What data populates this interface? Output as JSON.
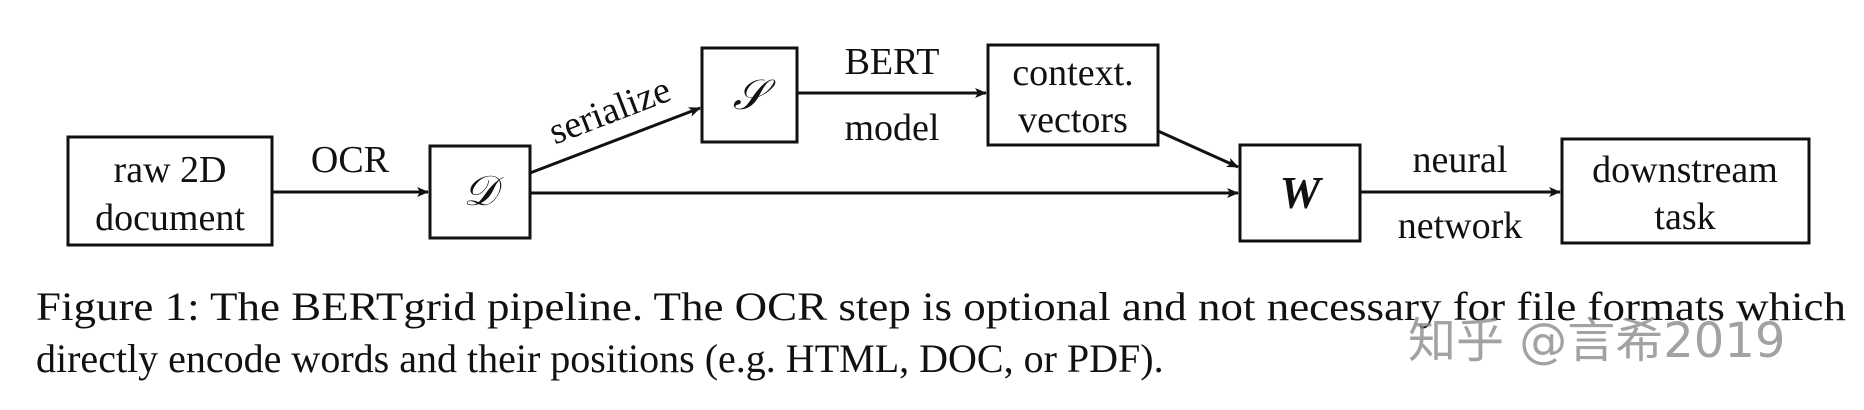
{
  "nodes": {
    "raw": {
      "line1": "raw 2D",
      "line2": "document"
    },
    "d": {
      "symbol": "𝒟"
    },
    "s": {
      "symbol": "𝒮"
    },
    "ctx": {
      "line1": "context.",
      "line2": "vectors"
    },
    "w": {
      "symbol": "W"
    },
    "down": {
      "line1": "downstream",
      "line2": "task"
    }
  },
  "edges": {
    "ocr": "OCR",
    "serialize": "serialize",
    "bert_top": "BERT",
    "bert_bottom": "model",
    "nn_top": "neural",
    "nn_bottom": "network"
  },
  "caption": {
    "line1": "Figure 1: The BERTgrid pipeline. The OCR step is optional and not necessary for file formats which",
    "line2": "directly encode words and their positions (e.g. HTML, DOC, or PDF)."
  },
  "watermark": "知乎 @言希2019"
}
